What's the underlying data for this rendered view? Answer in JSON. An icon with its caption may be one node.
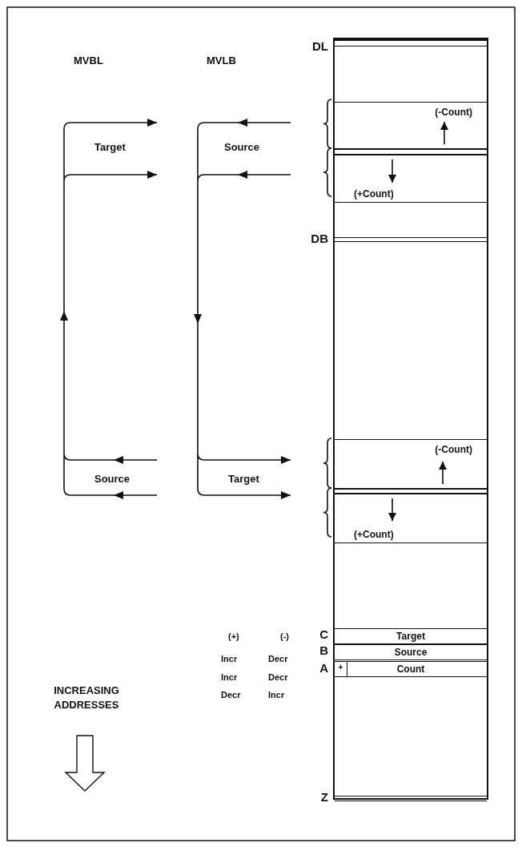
{
  "diagram": {
    "nodes": [
      {
        "text": [],
        "shape": "box"
      },
      {
        "text": [],
        "shape": "bar",
        "in": 0
      },
      {
        "text": [
          "(-Count)"
        ],
        "in": 0
      },
      {
        "text": [],
        "shape": "bar",
        "in": 0
      },
      {
        "text": [
          "(+Count)"
        ],
        "in": 0
      },
      {
        "text": [],
        "shape": "bar",
        "in": 0
      },
      {
        "text": [
          "(-Count)"
        ],
        "in": 0
      },
      {
        "text": [],
        "shape": "bar",
        "in": 0
      },
      {
        "text": [
          "(+Count)"
        ],
        "in": 0
      },
      {
        "text": [
          "Target"
        ],
        "in": 0
      },
      {
        "text": [
          "Source"
        ],
        "in": 0
      },
      {
        "text": [
          "Count"
        ],
        "in": 0
      },
      {
        "text": [
          "+"
        ],
        "in": 11
      },
      {
        "text": [],
        "shape": "bar",
        "in": 0
      }
    ],
    "labels": [
      "DL",
      "MVBL",
      "MVLB",
      "Target",
      "Source",
      "DB",
      "Source",
      "Target",
      "(+)",
      "(-)",
      "C",
      "Incr",
      "Decr",
      "B",
      "Incr",
      "Decr",
      "INCREASING ADDRESSES",
      "A",
      "Decr",
      "Incr",
      "Z"
    ]
  }
}
